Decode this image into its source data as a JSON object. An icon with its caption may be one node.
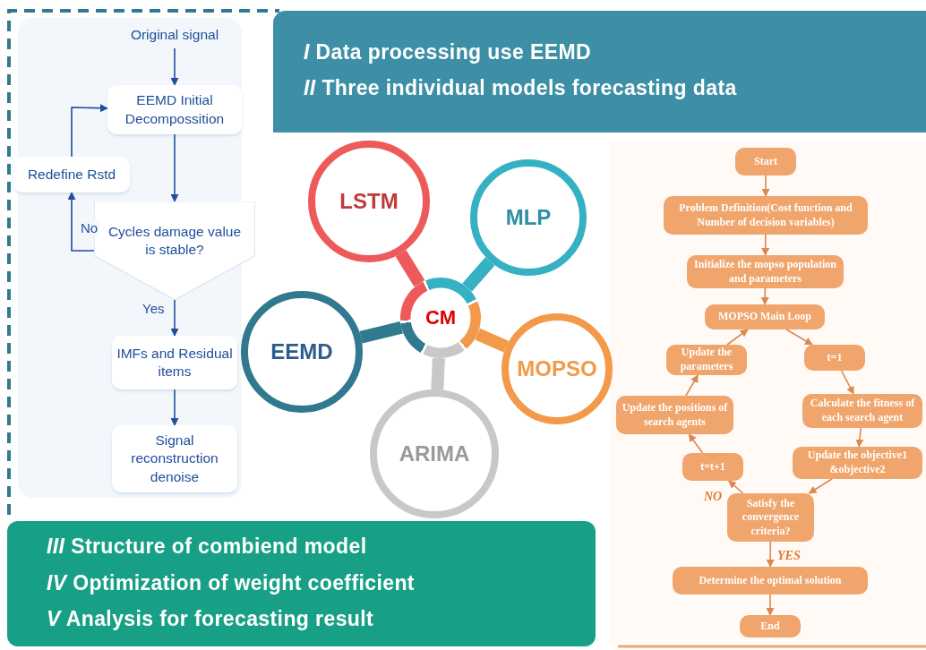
{
  "diagram": {
    "nodes": [
      {
        "text": [
          "Original signal"
        ]
      },
      {
        "text": [
          "EEMD Initial Decompossition"
        ]
      },
      {
        "text": [
          "Redefine Rstd"
        ]
      },
      {
        "text": [
          "Cycles damage value is stable?"
        ]
      },
      {
        "text": [
          "IMFs and Residual items"
        ]
      },
      {
        "text": [
          "Signal reconstruction denoise"
        ]
      },
      {
        "text": [
          "LSTM"
        ]
      },
      {
        "text": [
          "MLP"
        ]
      },
      {
        "text": [
          "CM"
        ]
      },
      {
        "text": [
          "EEMD"
        ]
      },
      {
        "text": [
          "MOPSO"
        ]
      },
      {
        "text": [
          "ARIMA"
        ]
      },
      {
        "text": [
          "Start"
        ]
      },
      {
        "text": [
          "Problem Definition(Cost function and Number of decision variables)"
        ]
      },
      {
        "text": [
          "Initialize the mopso population and parameters"
        ]
      },
      {
        "text": [
          "MOPSO Main Loop"
        ]
      },
      {
        "text": [
          "Update the parameters"
        ]
      },
      {
        "text": [
          "t=1"
        ]
      },
      {
        "text": [
          "Update the positions of search agents"
        ]
      },
      {
        "text": [
          "Calculate the fitness of each search agent"
        ]
      },
      {
        "text": [
          "t=t+1"
        ]
      },
      {
        "text": [
          "Update the objective1 &objective2"
        ]
      },
      {
        "text": [
          "Satisfy the convergence criteria?"
        ]
      },
      {
        "text": [
          "Determine the optimal solution"
        ]
      },
      {
        "text": [
          "End"
        ]
      }
    ],
    "edges": [
      {
        "from": 0,
        "to": 1,
        "arrow": "to",
        "color": "#1f4e9a"
      },
      {
        "from": 1,
        "to": 3,
        "arrow": "to",
        "color": "#1f4e9a"
      },
      {
        "from": 3,
        "to": 2,
        "arrow": "to",
        "label": "No",
        "color": "#1f4e9a"
      },
      {
        "from": 2,
        "to": 1,
        "arrow": "to",
        "color": "#1f4e9a"
      },
      {
        "from": 3,
        "to": 4,
        "arrow": "to",
        "label": "Yes",
        "color": "#1f4e9a"
      },
      {
        "from": 4,
        "to": 5,
        "arrow": "to",
        "color": "#1f4e9a"
      },
      {
        "from": 8,
        "to": 6,
        "arrow": "none",
        "style": "thick",
        "color": "#ee5a5a"
      },
      {
        "from": 8,
        "to": 7,
        "arrow": "none",
        "style": "thick",
        "color": "#36b1c4"
      },
      {
        "from": 8,
        "to": 9,
        "arrow": "none",
        "style": "thick",
        "color": "#2f7a8e"
      },
      {
        "from": 8,
        "to": 10,
        "arrow": "none",
        "style": "thick",
        "color": "#f29a4a"
      },
      {
        "from": 8,
        "to": 11,
        "arrow": "none",
        "style": "thick",
        "color": "#c8c8c8"
      },
      {
        "from": 12,
        "to": 13,
        "arrow": "to"
      },
      {
        "from": 13,
        "to": 14,
        "arrow": "to"
      },
      {
        "from": 14,
        "to": 15,
        "arrow": "to"
      },
      {
        "from": 15,
        "to": 17,
        "arrow": "to"
      },
      {
        "from": 17,
        "to": 19,
        "arrow": "to"
      },
      {
        "from": 19,
        "to": 21,
        "arrow": "to"
      },
      {
        "from": 21,
        "to": 22,
        "arrow": "to"
      },
      {
        "from": 22,
        "to": 20,
        "arrow": "to",
        "label": "NO"
      },
      {
        "from": 20,
        "to": 18,
        "arrow": "to"
      },
      {
        "from": 18,
        "to": 16,
        "arrow": "to"
      },
      {
        "from": 16,
        "to": 15,
        "arrow": "to"
      },
      {
        "from": 22,
        "to": 23,
        "arrow": "to",
        "label": "YES"
      },
      {
        "from": 23,
        "to": 24,
        "arrow": "to"
      }
    ],
    "labels": [
      "*I* Data processing use EEMD",
      "*II* Three individual models forecasting data",
      "*III* Structure of combiend model",
      "*IV* Optimization of weight coefficient",
      "*V* Analysis for forecasting result"
    ]
  }
}
